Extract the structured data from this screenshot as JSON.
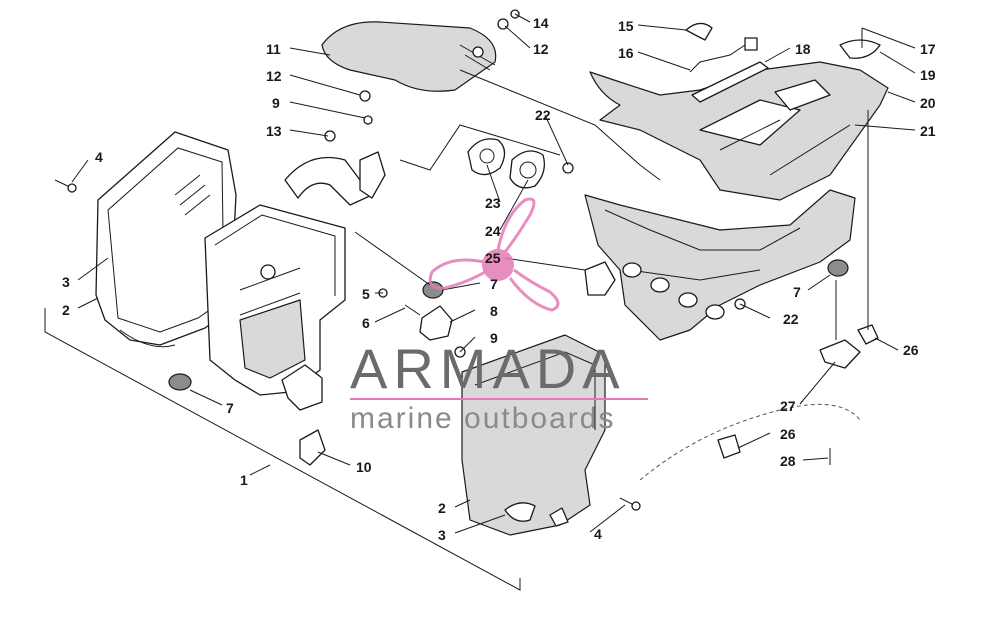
{
  "watermark": {
    "brand": "ARMADA",
    "tagline": "marine outboards",
    "accent_color": "#e47ab5",
    "text_color": "#6b6b6b",
    "rule_color": "#e47ab5"
  },
  "callouts": [
    {
      "id": "c1",
      "label": "1"
    },
    {
      "id": "c2a",
      "label": "2"
    },
    {
      "id": "c2b",
      "label": "2"
    },
    {
      "id": "c3a",
      "label": "3"
    },
    {
      "id": "c3b",
      "label": "3"
    },
    {
      "id": "c4a",
      "label": "4"
    },
    {
      "id": "c4b",
      "label": "4"
    },
    {
      "id": "c5",
      "label": "5"
    },
    {
      "id": "c6",
      "label": "6"
    },
    {
      "id": "c7a",
      "label": "7"
    },
    {
      "id": "c7b",
      "label": "7"
    },
    {
      "id": "c7c",
      "label": "7"
    },
    {
      "id": "c8",
      "label": "8"
    },
    {
      "id": "c9a",
      "label": "9"
    },
    {
      "id": "c9b",
      "label": "9"
    },
    {
      "id": "c10",
      "label": "10"
    },
    {
      "id": "c11",
      "label": "11"
    },
    {
      "id": "c12a",
      "label": "12"
    },
    {
      "id": "c12b",
      "label": "12"
    },
    {
      "id": "c13",
      "label": "13"
    },
    {
      "id": "c14",
      "label": "14"
    },
    {
      "id": "c15",
      "label": "15"
    },
    {
      "id": "c16",
      "label": "16"
    },
    {
      "id": "c17",
      "label": "17"
    },
    {
      "id": "c18",
      "label": "18"
    },
    {
      "id": "c19",
      "label": "19"
    },
    {
      "id": "c20",
      "label": "20"
    },
    {
      "id": "c21",
      "label": "21"
    },
    {
      "id": "c22a",
      "label": "22"
    },
    {
      "id": "c22b",
      "label": "22"
    },
    {
      "id": "c23",
      "label": "23"
    },
    {
      "id": "c24",
      "label": "24"
    },
    {
      "id": "c25",
      "label": "25"
    },
    {
      "id": "c26a",
      "label": "26"
    },
    {
      "id": "c26b",
      "label": "26"
    },
    {
      "id": "c27",
      "label": "27"
    },
    {
      "id": "c28",
      "label": "28"
    }
  ]
}
